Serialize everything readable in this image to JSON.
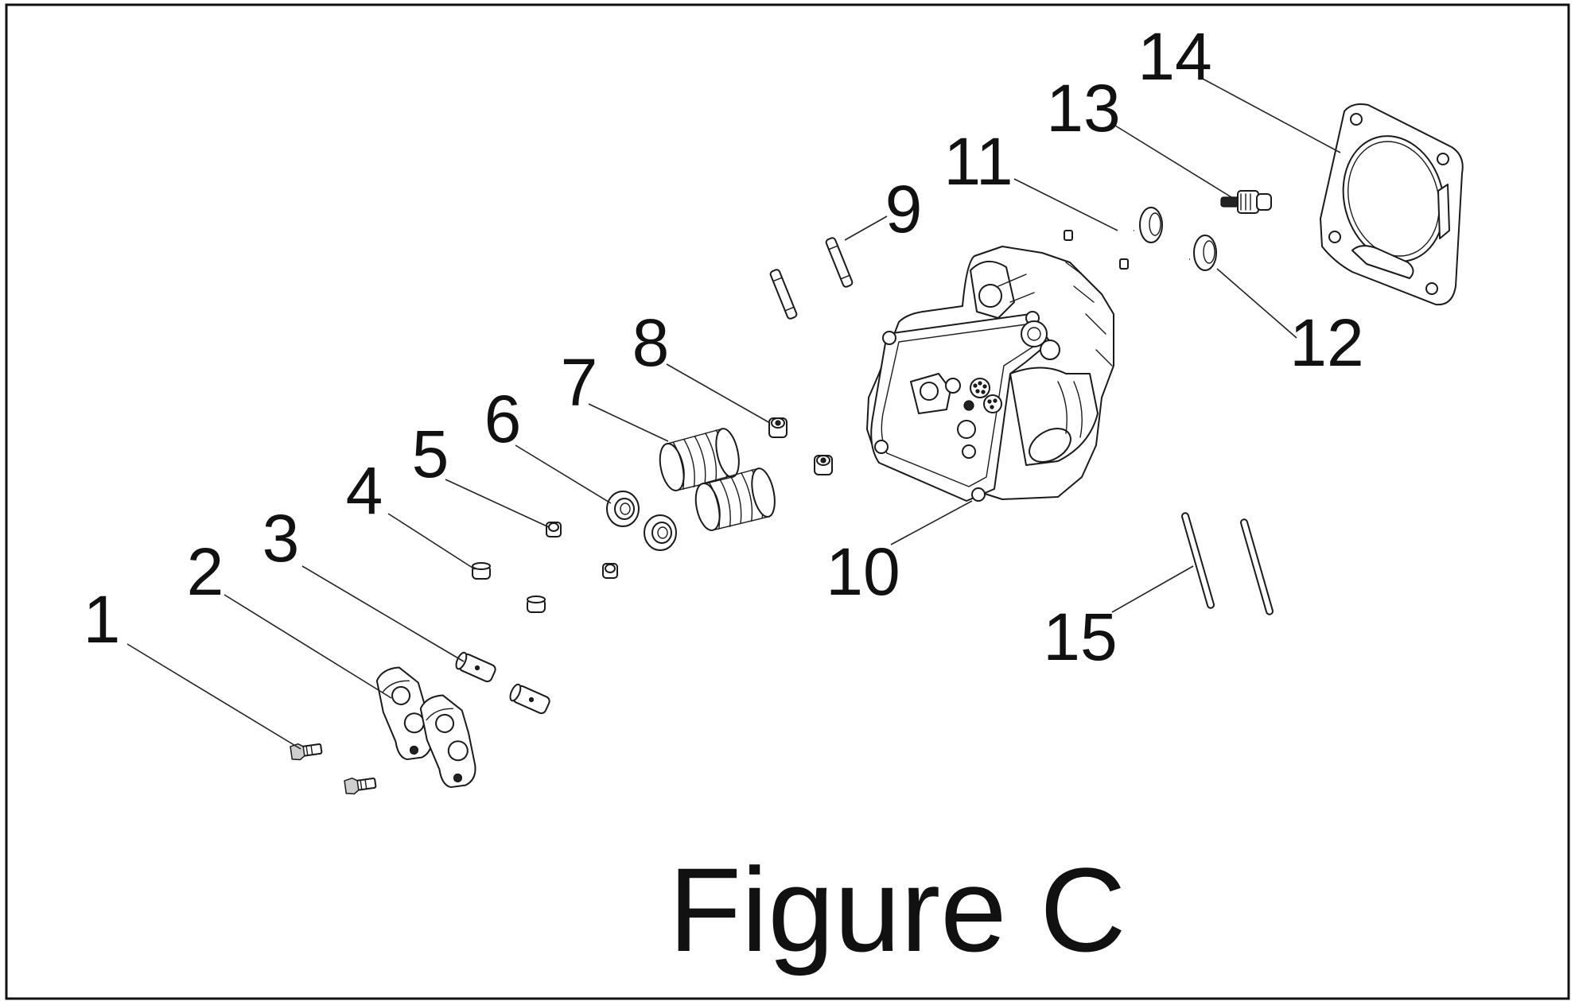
{
  "figure": {
    "caption": "Figure C",
    "callouts": [
      "1",
      "2",
      "3",
      "4",
      "5",
      "6",
      "7",
      "8",
      "9",
      "10",
      "11",
      "12",
      "13",
      "14",
      "15"
    ]
  }
}
